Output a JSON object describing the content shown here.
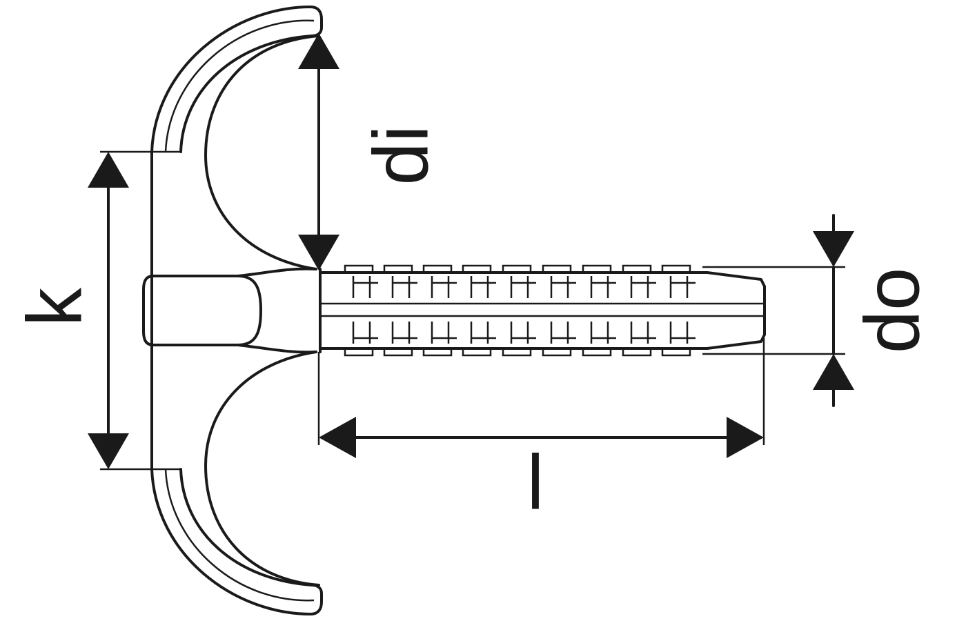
{
  "labels": {
    "inner_diameter": "di",
    "distance_k": "k",
    "outer_diameter": "do",
    "length": "l"
  },
  "colors": {
    "line": "#1a1a1a",
    "background": "#ffffff"
  }
}
